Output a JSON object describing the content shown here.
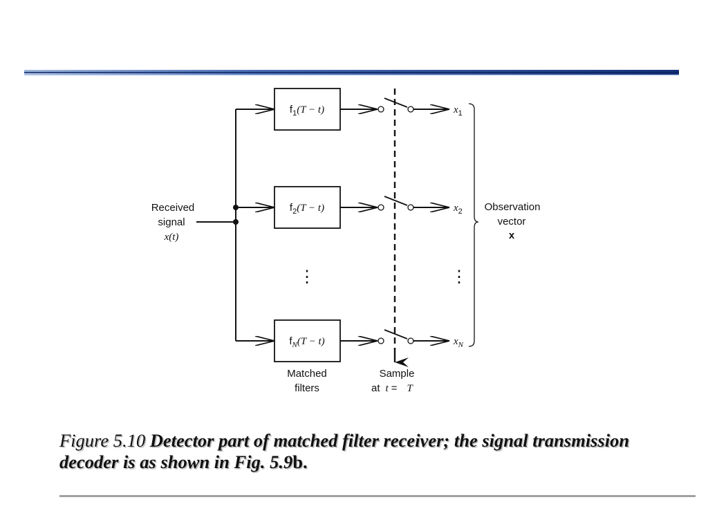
{
  "diagram": {
    "input": {
      "line1": "Received",
      "line2": "signal",
      "signal": "x(t)"
    },
    "filters": [
      {
        "prefix": "f",
        "sub": "1",
        "arg": "(T − t)",
        "out": "x",
        "out_sub": "1"
      },
      {
        "prefix": "f",
        "sub": "2",
        "arg": "(T − t)",
        "out": "x",
        "out_sub": "2"
      },
      {
        "prefix": "f",
        "sub": "N",
        "arg": "(T − t)",
        "out": "x",
        "out_sub": "N"
      }
    ],
    "ellipsis": "⋮",
    "matched_filters": {
      "line1": "Matched",
      "line2": "filters"
    },
    "sample": {
      "line1": "Sample",
      "line2_prefix": "at",
      "t": "t",
      "eq": "=",
      "T": "T"
    },
    "observation": {
      "line1": "Observation",
      "line2": "vector",
      "symbol": "x"
    }
  },
  "caption": {
    "label": "Figure 5.10",
    "text": " Detector part of matched filter receiver; the signal transmission decoder is as shown in Fig. 5.9",
    "tail": "b."
  },
  "colors": {
    "header_bar": "#1f3f8a",
    "footer_rule": "#a0a0a0",
    "stroke": "#111111"
  }
}
